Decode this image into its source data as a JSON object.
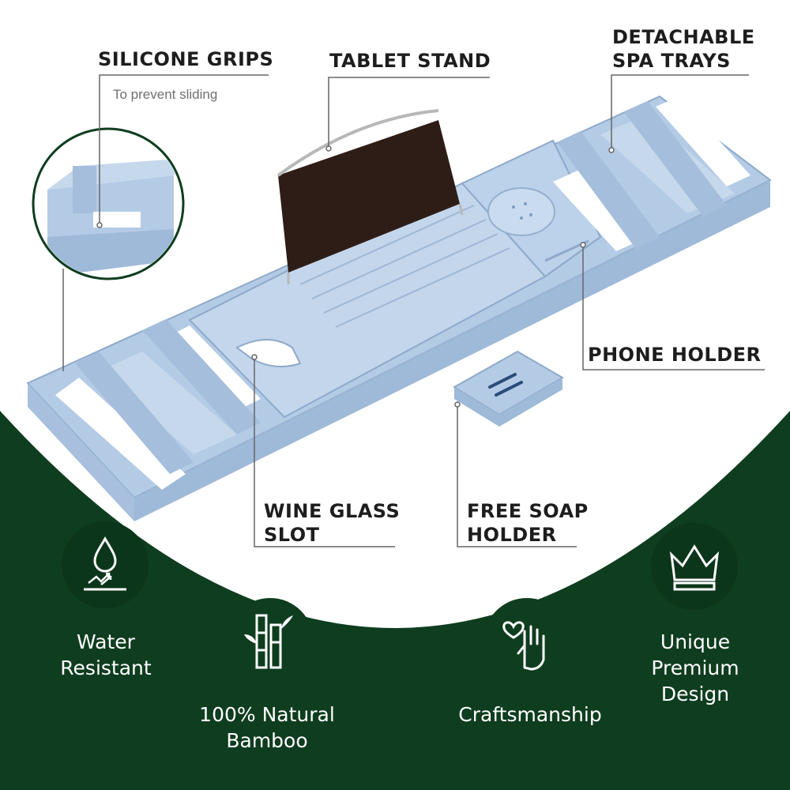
{
  "callouts": {
    "silicone_grips": "SILICONE GRIPS",
    "silicone_grips_sub": "To prevent sliding",
    "tablet_stand": "TABLET STAND",
    "detachable_line1": "DETACHABLE",
    "detachable_line2": "SPA TRAYS",
    "phone_holder": "PHONE HOLDER",
    "wine_line1": "WINE GLASS",
    "wine_line2": "SLOT",
    "soap_line1": "FREE SOAP",
    "soap_line2": "HOLDER"
  },
  "features": [
    {
      "icon": "water-drop-icon",
      "line1": "Water",
      "line2": "Resistant"
    },
    {
      "icon": "bamboo-icon",
      "line1": "100% Natural",
      "line2": "Bamboo"
    },
    {
      "icon": "heart-hand-icon",
      "line1": "Craftsmanship",
      "line2": ""
    },
    {
      "icon": "crown-icon",
      "line1": "Unique",
      "line2": "Premium",
      "line3": "Design"
    }
  ],
  "colors": {
    "forest_green": "#0f3d1f",
    "tray_blue": "#b4cbe6",
    "tablet_dark": "#2e1d17"
  }
}
